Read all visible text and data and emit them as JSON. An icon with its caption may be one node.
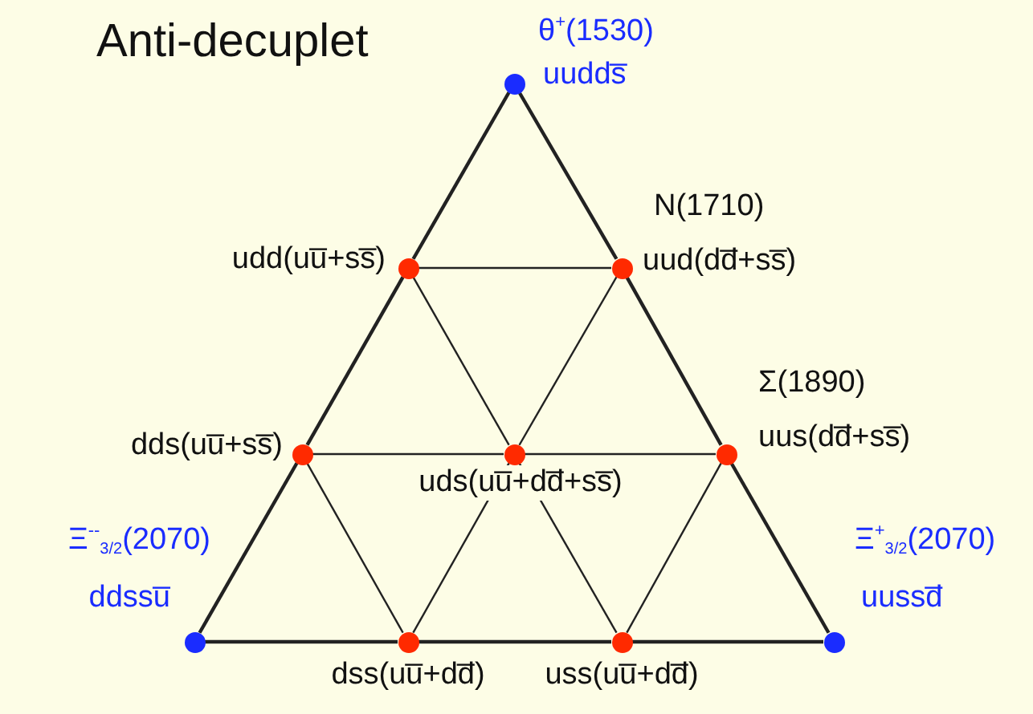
{
  "diagram": {
    "title": "Anti-decuplet",
    "nodes": [
      {
        "text": [],
        "shape": "circle",
        "beside": [
          "θ$^{+}$(1530)",
          "uudds̅"
        ]
      },
      {
        "text": [],
        "shape": "circle",
        "beside": [
          "udd(uu̅+ss̅)"
        ]
      },
      {
        "text": [],
        "shape": "circle",
        "beside": [
          "N(1710)",
          "uud(dd̅+ss̅)"
        ]
      },
      {
        "text": [],
        "shape": "circle",
        "beside": [
          "dds(uu̅+ss̅)"
        ]
      },
      {
        "text": [],
        "shape": "circle",
        "beside": [
          "uds(uu̅+dd̅+ss̅)"
        ]
      },
      {
        "text": [],
        "shape": "circle",
        "beside": [
          "Σ(1890)",
          "uus(dd̅+ss̅)"
        ]
      },
      {
        "text": [],
        "shape": "circle",
        "beside": [
          "Ξ$^{--}$$_{3/2}$(2070)",
          "ddssu̅"
        ]
      },
      {
        "text": [],
        "shape": "circle",
        "beside": [
          "dss(uu̅+dd̅)"
        ]
      },
      {
        "text": [],
        "shape": "circle",
        "beside": [
          "uss(uu̅+dd̅)"
        ]
      },
      {
        "text": [],
        "shape": "circle",
        "beside": [
          "Ξ$^{+}$$_{3/2}$(2070)",
          "uussd̅"
        ]
      }
    ],
    "edges": [
      {
        "from": 0,
        "to": 1,
        "arrow": "none"
      },
      {
        "from": 0,
        "to": 2,
        "arrow": "none"
      },
      {
        "from": 1,
        "to": 2,
        "arrow": "none"
      },
      {
        "from": 1,
        "to": 3,
        "arrow": "none"
      },
      {
        "from": 1,
        "to": 4,
        "arrow": "none"
      },
      {
        "from": 2,
        "to": 4,
        "arrow": "none"
      },
      {
        "from": 2,
        "to": 5,
        "arrow": "none"
      },
      {
        "from": 3,
        "to": 4,
        "arrow": "none"
      },
      {
        "from": 4,
        "to": 5,
        "arrow": "none"
      },
      {
        "from": 3,
        "to": 6,
        "arrow": "none"
      },
      {
        "from": 3,
        "to": 7,
        "arrow": "none"
      },
      {
        "from": 4,
        "to": 7,
        "arrow": "none"
      },
      {
        "from": 4,
        "to": 8,
        "arrow": "none"
      },
      {
        "from": 5,
        "to": 8,
        "arrow": "none"
      },
      {
        "from": 5,
        "to": 9,
        "arrow": "none"
      },
      {
        "from": 6,
        "to": 7,
        "arrow": "none"
      },
      {
        "from": 7,
        "to": 8,
        "arrow": "none"
      },
      {
        "from": 8,
        "to": 9,
        "arrow": "none"
      }
    ]
  }
}
